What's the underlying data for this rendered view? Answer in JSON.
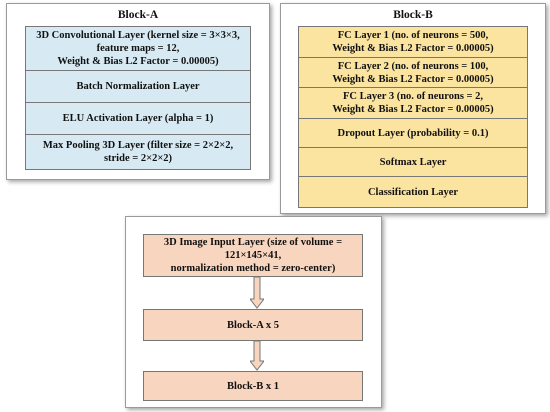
{
  "block_a": {
    "title": "Block-A",
    "layers": [
      "3D Convolutional Layer (kernel size = 3×3×3,\nfeature maps = 12,\nWeight & Bias L2 Factor = 0.00005)",
      "Batch Normalization Layer",
      "ELU Activation Layer (alpha = 1)",
      "Max Pooling 3D Layer (filter size = 2×2×2,\nstride = 2×2×2)"
    ]
  },
  "block_b": {
    "title": "Block-B",
    "layers": [
      "FC Layer 1 (no. of neurons = 500,\nWeight & Bias L2 Factor = 0.00005)",
      "FC Layer 2 (no. of neurons = 100,\nWeight & Bias L2 Factor = 0.00005)",
      "FC Layer 3 (no. of neurons = 2,\nWeight & Bias L2 Factor = 0.00005)",
      "Dropout Layer (probability = 0.1)",
      "Softmax Layer",
      "Classification Layer"
    ]
  },
  "pipeline": {
    "steps": [
      "3D Image Input Layer (size of volume =\n121×145×41,\nnormalization method = zero-center)",
      "Block-A x 5",
      "Block-B x 1"
    ]
  },
  "colors": {
    "block_a_fill": "#d7eaf3",
    "block_b_fill": "#fbe3a0",
    "pipeline_fill": "#f7d5bf",
    "arrow_fill": "#f7d5bf",
    "border": "#777777"
  }
}
